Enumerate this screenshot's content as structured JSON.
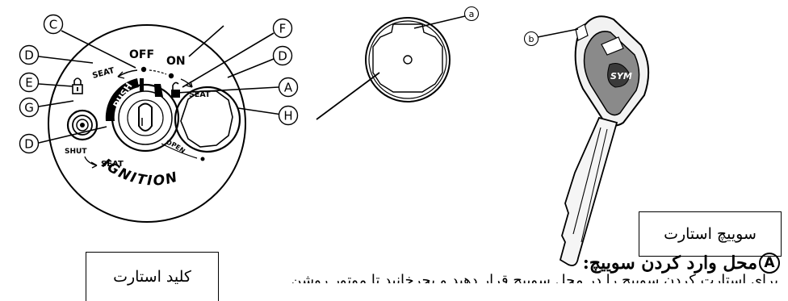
{
  "callouts": {
    "A": "A",
    "B": "",
    "C": "C",
    "D": "D",
    "E": "E",
    "F": "F",
    "G": "G",
    "H": "H",
    "a": "a",
    "b": "b"
  },
  "dial_labels": {
    "off": "OFF",
    "on": "ON",
    "seat_left": "SEAT",
    "seat_right": "SEAT",
    "push": "PUSH",
    "shut": "SHUT",
    "seat_bottom": "SEAT",
    "open": "OPEN",
    "ignition": "IGNITION"
  },
  "key_brand": "SYM",
  "captions": {
    "key": "سوییچ استارت",
    "switch": "کلید استارت"
  },
  "heading": {
    "marker": "A",
    "text": "محل وارد کردن سوییچ:"
  },
  "body_fragment": "برای استارت کردن سوییچ را در محل سوییچ قرار دهید و بچرخانید تا موتور روشن شود"
}
